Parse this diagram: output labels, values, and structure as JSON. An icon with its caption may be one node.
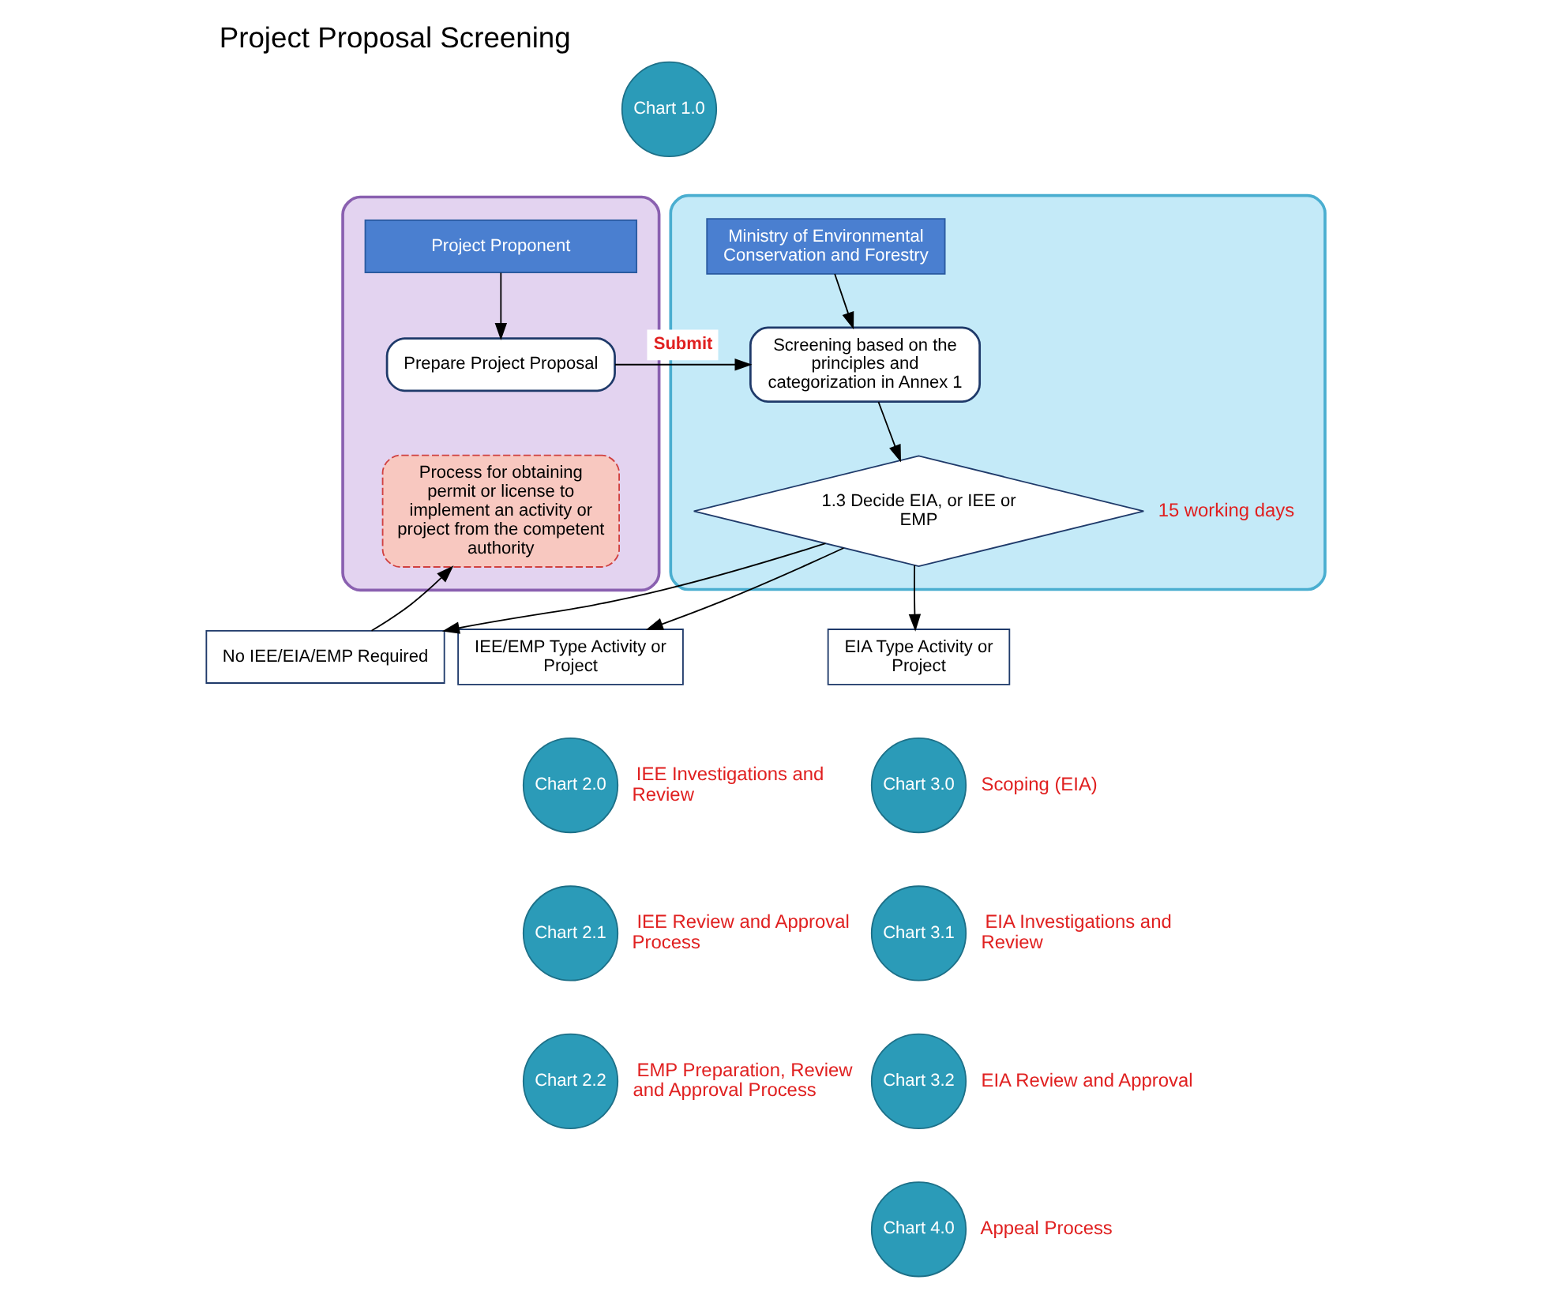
{
  "diagram": {
    "title": "Project Proposal Screening",
    "nodes": [
      {
        "text": [
          "Chart 1.0"
        ]
      },
      {
        "text": [],
        "shape": "box"
      },
      {
        "text": [
          "Project Proponent"
        ],
        "in": 1
      },
      {
        "text": [
          "Prepare Project Proposal"
        ],
        "in": 1
      },
      {
        "text": [
          "Process for obtaining permit or license to implement an activity or project from the competent authority"
        ],
        "in": 1
      },
      {
        "text": [],
        "shape": "box"
      },
      {
        "text": [
          "Ministry of Environmental Conservation and Forestry"
        ],
        "in": 5
      },
      {
        "text": [
          "Screening based on the principles and categorization in Annex 1"
        ],
        "in": 5
      },
      {
        "text": [
          "1.3 Decide EIA, or IEE or EMP"
        ],
        "in": 5,
        "beside": [
          "15 working days"
        ]
      },
      {
        "text": [
          "No IEE/EIA/EMP Required"
        ]
      },
      {
        "text": [
          "IEE/EMP Type Activity or Project"
        ]
      },
      {
        "text": [
          "EIA Type Activity or Project"
        ]
      },
      {
        "text": [
          "Chart 2.0"
        ],
        "beside": [
          "IEE Investigations and Review"
        ]
      },
      {
        "text": [
          "Chart 2.1"
        ],
        "beside": [
          "IEE Review and Approval Process"
        ]
      },
      {
        "text": [
          "Chart 2.2"
        ],
        "beside": [
          "EMP Preparation, Review and Approval Process"
        ]
      },
      {
        "text": [
          "Chart 3.0"
        ],
        "beside": [
          "Scoping (EIA)"
        ]
      },
      {
        "text": [
          "Chart 3.1"
        ],
        "beside": [
          "EIA Investigations and Review"
        ]
      },
      {
        "text": [
          "Chart 3.2"
        ],
        "beside": [
          "EIA Review and Approval"
        ]
      },
      {
        "text": [
          "Chart 4.0"
        ],
        "beside": [
          "Appeal Process"
        ]
      }
    ],
    "edges": [
      {
        "from": 2,
        "to": 3,
        "arrow": "to"
      },
      {
        "from": 3,
        "to": 7,
        "arrow": "to",
        "label": "Submit"
      },
      {
        "from": 6,
        "to": 7,
        "arrow": "to"
      },
      {
        "from": 7,
        "to": 8,
        "arrow": "to"
      },
      {
        "from": 8,
        "to": 9,
        "arrow": "to"
      },
      {
        "from": 9,
        "to": 4,
        "arrow": "to"
      },
      {
        "from": 8,
        "to": 10,
        "arrow": "to"
      },
      {
        "from": 8,
        "to": 11,
        "arrow": "to"
      }
    ]
  }
}
